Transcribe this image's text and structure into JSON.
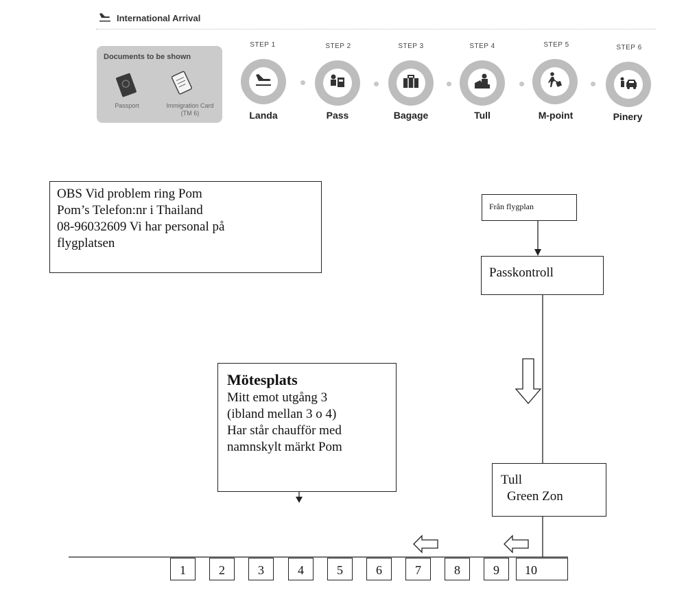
{
  "header": {
    "title": "International Arrival",
    "documents": {
      "title": "Documents to be shown",
      "items": [
        {
          "label": "Passport",
          "icon": "passport-icon"
        },
        {
          "label": "Immigration Card (TM 6)",
          "icon": "immigration-card-icon"
        }
      ]
    },
    "steps": [
      {
        "step": "STEP 1",
        "name": "Landa",
        "icon": "landing-plane-icon"
      },
      {
        "step": "STEP 2",
        "name": "Pass",
        "icon": "passport-control-icon"
      },
      {
        "step": "STEP 3",
        "name": "Bagage",
        "icon": "baggage-icon"
      },
      {
        "step": "STEP 4",
        "name": "Tull",
        "icon": "customs-icon"
      },
      {
        "step": "STEP 5",
        "name": "M-point",
        "icon": "walking-traveller-icon"
      },
      {
        "step": "STEP 6",
        "name": "Pinery",
        "icon": "taxi-pickup-icon"
      }
    ]
  },
  "note": {
    "lines": [
      "OBS Vid problem ring Pom",
      "Pom’s Telefon:nr i Thailand",
      "08-96032609 Vi har personal på",
      "flygplatsen"
    ]
  },
  "flow": {
    "from_plane": "Från flygplan",
    "passport_control": "Passkontroll",
    "customs_line1": "Tull",
    "customs_line2": "Green Zon"
  },
  "meeting": {
    "title": "Mötesplats",
    "lines": [
      "Mitt emot utgång 3",
      "(ibland mellan 3 o 4)",
      "Har står chaufför med",
      "namnskylt märkt Pom"
    ]
  },
  "gates": [
    "1",
    "2",
    "3",
    "4",
    "5",
    "6",
    "7",
    "8",
    "9",
    "10"
  ]
}
